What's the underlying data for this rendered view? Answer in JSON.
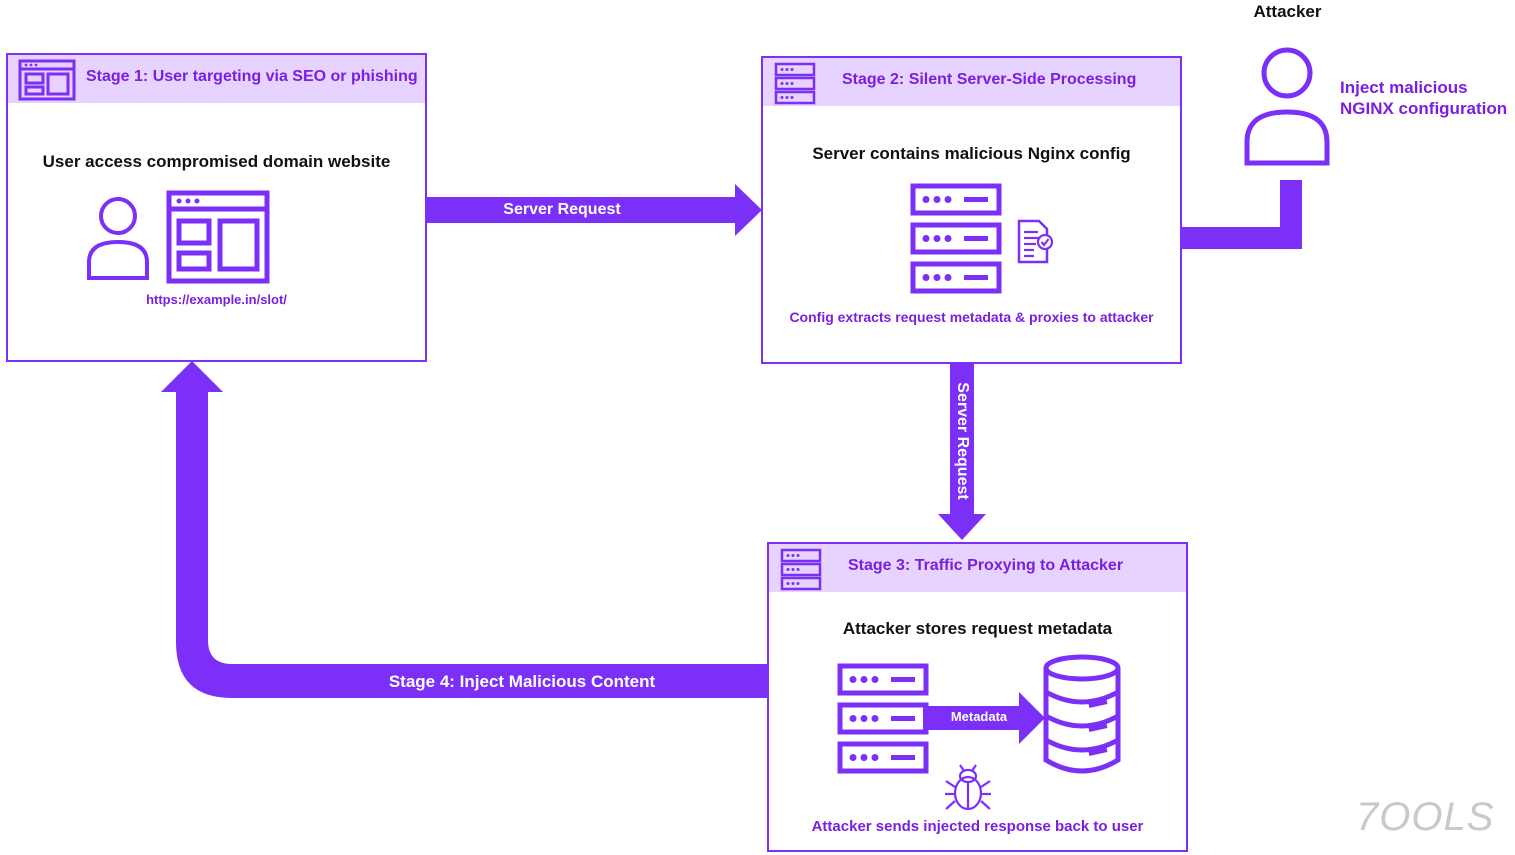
{
  "colors": {
    "accent": "#7b2ff7",
    "header_bg": "#e6d3ff",
    "accent_text": "#7a1fe0"
  },
  "stage1": {
    "title": "Stage 1: User targeting via SEO or phishing",
    "headline": "User access compromised domain website",
    "url": "https://example.in/slot/",
    "icons": [
      "browser-window-icon",
      "user-icon",
      "browser-window-icon"
    ]
  },
  "stage2": {
    "title": "Stage 2: Silent Server-Side Processing",
    "headline": "Server contains malicious Nginx config",
    "caption": "Config extracts request metadata & proxies to attacker",
    "icons": [
      "server-rack-icon",
      "config-document-icon"
    ]
  },
  "stage3": {
    "title": "Stage 3: Traffic Proxying to Attacker",
    "headline": "Attacker stores request metadata",
    "metadata_label": "Metadata",
    "caption": "Attacker sends injected response back to user",
    "icons": [
      "server-rack-icon",
      "database-icon",
      "bug-icon"
    ]
  },
  "attacker": {
    "title": "Attacker",
    "note_line1": "Inject malicious",
    "note_line2": "NGINX configuration"
  },
  "arrows": {
    "stage1_to_stage2": "Server Request",
    "stage2_to_stage3": "Server Request",
    "stage3_to_stage1": "Stage 4: Inject Malicious Content"
  },
  "watermark": "7OOLS"
}
